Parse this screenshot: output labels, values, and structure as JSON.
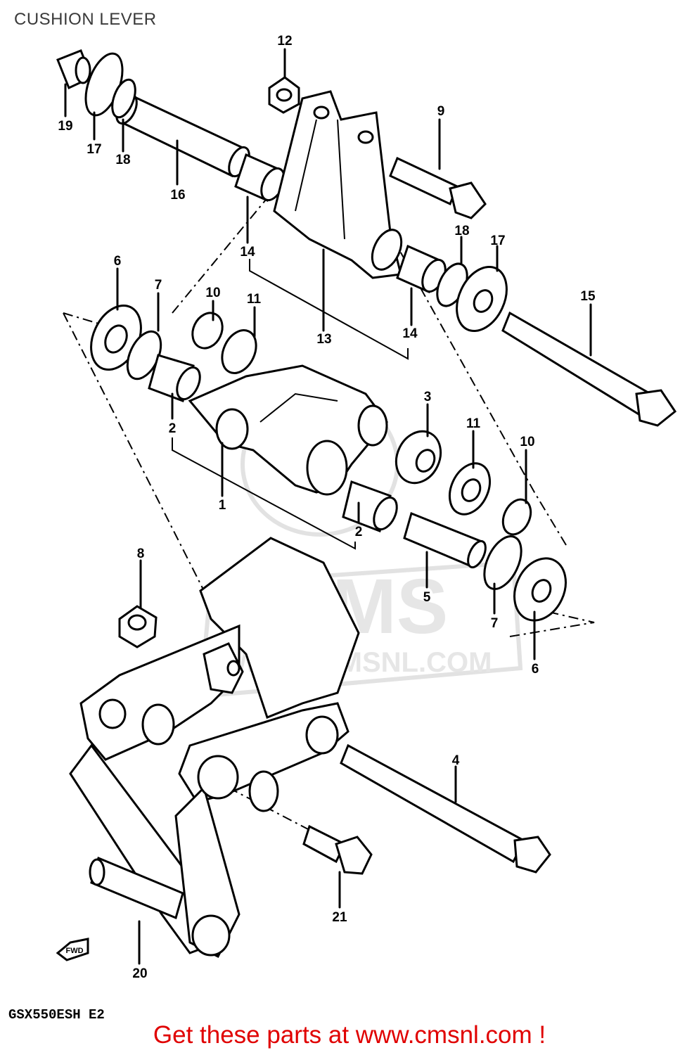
{
  "title": "CUSHION LEVER",
  "model_code": "GSX550ESH E2",
  "promo": "Get these parts at www.cmsnl.com !",
  "watermark": {
    "brand": "CMS",
    "url": "WWW.CMSNL.COM"
  },
  "fwd_label": "FWD",
  "callouts": [
    {
      "id": "c12",
      "label": "12"
    },
    {
      "id": "c9",
      "label": "9"
    },
    {
      "id": "c19",
      "label": "19"
    },
    {
      "id": "c17a",
      "label": "17"
    },
    {
      "id": "c18a",
      "label": "18"
    },
    {
      "id": "c16",
      "label": "16"
    },
    {
      "id": "c14a",
      "label": "14"
    },
    {
      "id": "c13",
      "label": "13"
    },
    {
      "id": "c14b",
      "label": "14"
    },
    {
      "id": "c18b",
      "label": "18"
    },
    {
      "id": "c17b",
      "label": "17"
    },
    {
      "id": "c15",
      "label": "15"
    },
    {
      "id": "c6a",
      "label": "6"
    },
    {
      "id": "c7a",
      "label": "7"
    },
    {
      "id": "c10a",
      "label": "10"
    },
    {
      "id": "c11a",
      "label": "11"
    },
    {
      "id": "c3",
      "label": "3"
    },
    {
      "id": "c11b",
      "label": "11"
    },
    {
      "id": "c10b",
      "label": "10"
    },
    {
      "id": "c2a",
      "label": "2"
    },
    {
      "id": "c1",
      "label": "1"
    },
    {
      "id": "c2b",
      "label": "2"
    },
    {
      "id": "c5",
      "label": "5"
    },
    {
      "id": "c8",
      "label": "8"
    },
    {
      "id": "c7b",
      "label": "7"
    },
    {
      "id": "c6b",
      "label": "6"
    },
    {
      "id": "c4",
      "label": "4"
    },
    {
      "id": "c21",
      "label": "21"
    },
    {
      "id": "c20",
      "label": "20"
    }
  ]
}
